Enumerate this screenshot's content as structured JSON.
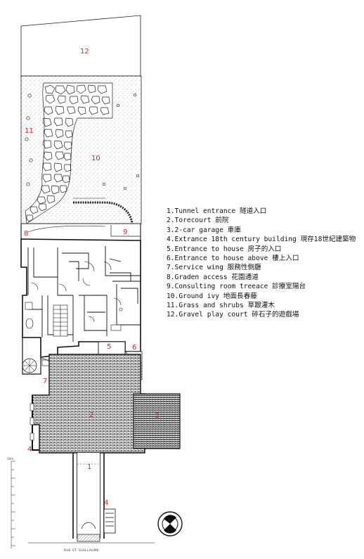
{
  "labels": {
    "n1": "1",
    "n2": "2",
    "n3": "3",
    "n4a": "4",
    "n4b": "4",
    "n5": "5",
    "n6": "6",
    "n7": "7",
    "n8": "8",
    "n9": "9",
    "n10": "10",
    "n11": "11",
    "n12": "12"
  },
  "legend": [
    "1.Tunnel entrance 隧道入口",
    "2.Torecourt 前院",
    "3.2-car garage 車庫",
    "4.Extrance 18th century building 現存18世紀建築物",
    "5.Entrance to house 房子的入口",
    "6.Entrance to house above 樓上入口",
    "7.Service wing 服務性側廳",
    "8.Graden access 花園通道",
    "9.Consulting room treeace 診療室陽台",
    "10.Ground ivy 地面長春藤",
    "11.Grass and shrubs 草跟灌木",
    "12.Gravel play court 碎石子的遊戲場"
  ],
  "street_label": "RUE ST. GUILLAUME",
  "scale_label": "10m",
  "colors": {
    "number": "#d0272a",
    "line": "#1a1a1a"
  }
}
